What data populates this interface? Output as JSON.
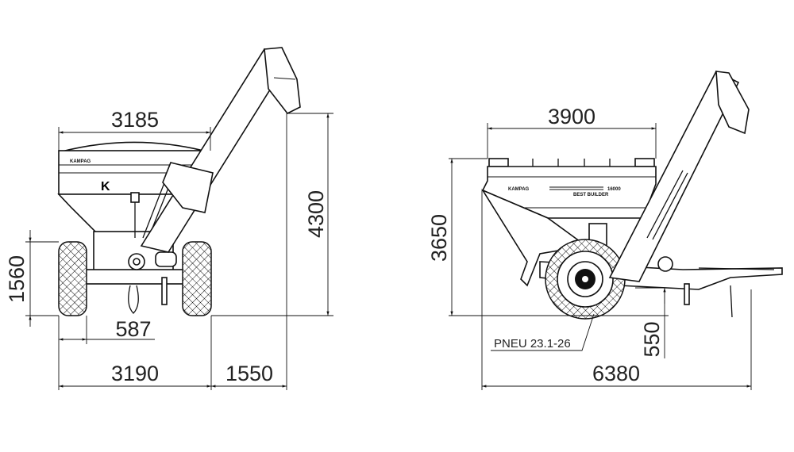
{
  "drawing": {
    "front_view": {
      "dimensions": {
        "hopper_width": "3185",
        "total_height": "4300",
        "wheel_height": "1560",
        "tire_width": "587",
        "track_width": "3190",
        "auger_reach": "1550"
      }
    },
    "side_view": {
      "dimensions": {
        "hopper_length": "3900",
        "hopper_height": "3650",
        "discharge_clearance": "550",
        "total_length": "6380"
      },
      "tire_label": "PNEU 23.1-26",
      "logo": {
        "brand": "KAMPAG",
        "model": "BEST BUILDER",
        "capacity": "16000"
      }
    }
  }
}
